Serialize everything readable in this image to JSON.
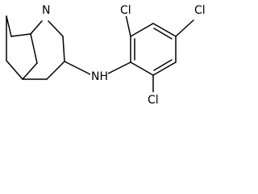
{
  "molecule": {
    "atom_labels": {
      "quinuclidine_nitrogen": "N",
      "amine": "NH",
      "chloro_top_left": "Cl",
      "chloro_top_right": "Cl",
      "chloro_bottom": "Cl"
    },
    "colors": {
      "bond": "#000000",
      "label": "#000000",
      "background": "#ffffff"
    }
  }
}
